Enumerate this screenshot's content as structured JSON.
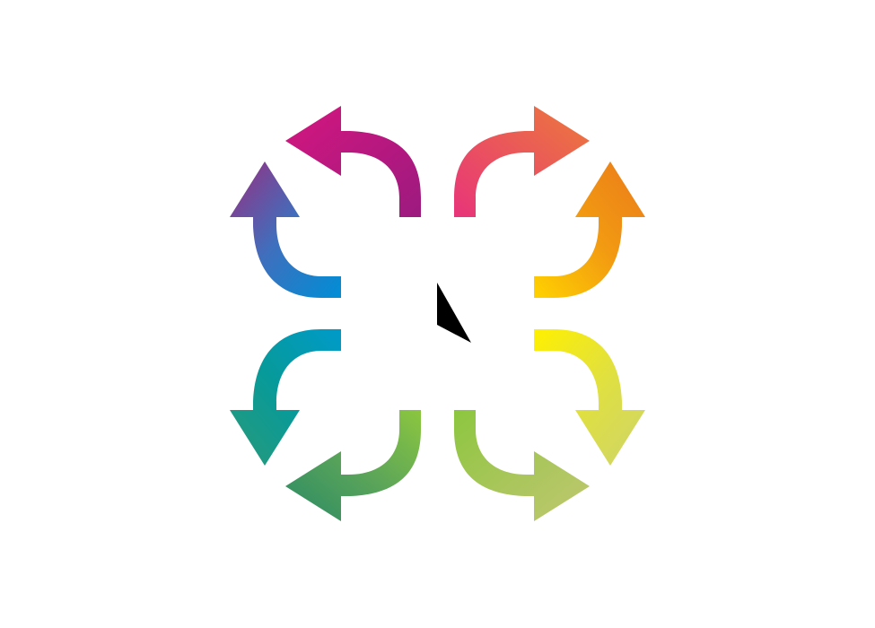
{
  "diagram": {
    "arrows": [
      {
        "name": "arrow-up-left-pointing-left",
        "colors": [
          "#9c1a7f",
          "#d4167f"
        ]
      },
      {
        "name": "arrow-up-right-pointing-right",
        "colors": [
          "#e8347a",
          "#ec7a3a"
        ]
      },
      {
        "name": "arrow-left-top-pointing-up",
        "colors": [
          "#9a2d80",
          "#3f6fbd",
          "#008ed6"
        ]
      },
      {
        "name": "arrow-right-top-pointing-up",
        "colors": [
          "#ffd200",
          "#f29a12",
          "#ea7a1a"
        ]
      },
      {
        "name": "arrow-left-bottom-pointing-down",
        "colors": [
          "#009ac9",
          "#079a9a",
          "#2a9a78"
        ]
      },
      {
        "name": "arrow-right-bottom-pointing-down",
        "colors": [
          "#fff000",
          "#e0e040",
          "#cdd46a"
        ]
      },
      {
        "name": "arrow-down-left-pointing-left",
        "colors": [
          "#8cc63f",
          "#5aa45a",
          "#2a8a64"
        ]
      },
      {
        "name": "arrow-down-right-pointing-right",
        "colors": [
          "#8cc63f",
          "#a8c65a",
          "#c0c870"
        ]
      }
    ],
    "cursor_color": "#000000"
  }
}
